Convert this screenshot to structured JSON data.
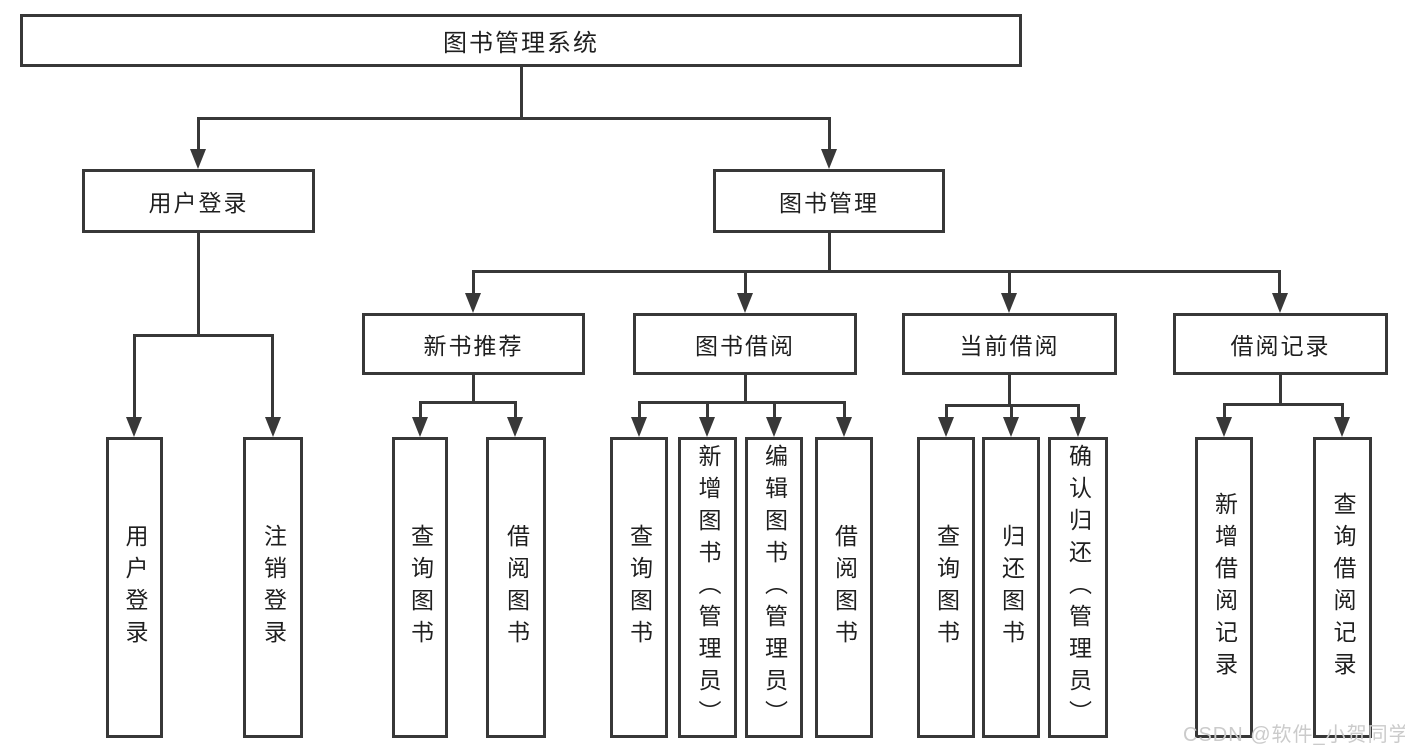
{
  "diagram": {
    "title_node": {
      "label": "图书管理系统"
    },
    "level2": {
      "user_login": {
        "label": "用户登录"
      },
      "book_mgmt": {
        "label": "图书管理"
      }
    },
    "level3": {
      "new_book_rec": {
        "label": "新书推荐"
      },
      "book_borrow": {
        "label": "图书借阅"
      },
      "current_borrow": {
        "label": "当前借阅"
      },
      "borrow_record": {
        "label": "借阅记录"
      }
    },
    "leaves": {
      "user_login_children": [
        {
          "label": "用户登录"
        },
        {
          "label": "注销登录"
        }
      ],
      "new_book_rec_children": [
        {
          "label": "查询图书"
        },
        {
          "label": "借阅图书"
        }
      ],
      "book_borrow_children": [
        {
          "label": "查询图书"
        },
        {
          "label": "新增图书（管理员）"
        },
        {
          "label": "编辑图书（管理员）"
        },
        {
          "label": "借阅图书"
        }
      ],
      "current_borrow_children": [
        {
          "label": "查询图书"
        },
        {
          "label": "归还图书"
        },
        {
          "label": "确认归还（管理员）"
        }
      ],
      "borrow_record_children": [
        {
          "label": "新增借阅记录"
        },
        {
          "label": "查询借阅记录"
        }
      ]
    }
  },
  "watermark": {
    "label": "CSDN @软件_小贺同学"
  },
  "colors": {
    "line": "#383838",
    "text": "#1f1f1f",
    "watermark": "#cbcbcb",
    "background": "#ffffff"
  }
}
